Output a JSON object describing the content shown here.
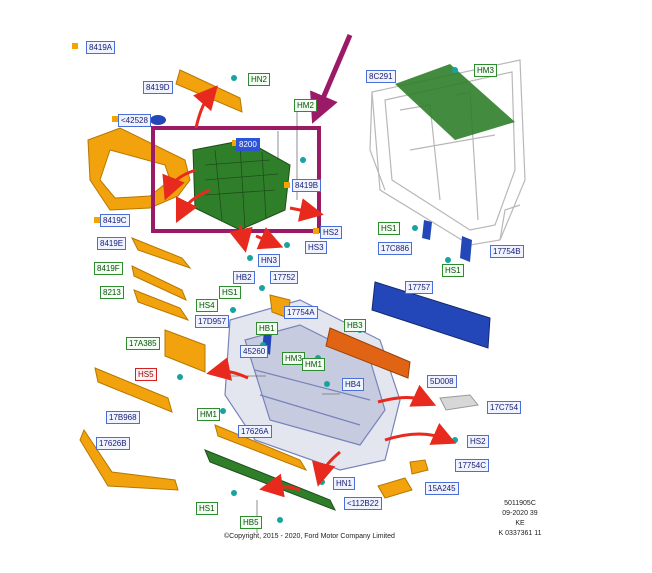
{
  "colors": {
    "orange_part": "#f2a20c",
    "green_part": "#2f7f2a",
    "blue_part": "#2346b8",
    "arrow": "#e82a1e",
    "highlight_box": "#9b1a67",
    "callout_arrow": "#9b1a67"
  },
  "labels": {
    "l8419A": "8419A",
    "l8419D": "8419D",
    "lHN2a": "HN2",
    "l42528": "<42528",
    "l8200": "8200",
    "l8419B": "8419B",
    "l8419C": "8419C",
    "lHS2a": "HS2",
    "lHS3": "HS3",
    "lHN3": "HN3",
    "l8419E": "8419E",
    "l8419F": "8419F",
    "l8213": "8213",
    "l8C291": "8C291",
    "lHM3a": "HM3",
    "lHM2": "HM2",
    "lHS1a": "HS1",
    "l17C886": "17C886",
    "lHS1b": "HS1",
    "l17754B": "17754B",
    "lHB2": "HB2",
    "l17752": "17752",
    "lHS1c": "HS1",
    "lHS4": "HS4",
    "l17D957": "17D957",
    "l17754A": "17754A",
    "l17757": "17757",
    "lHB1a": "HB1",
    "l45260": "45260",
    "lHB3": "HB3",
    "l17A385": "17A385",
    "lHM3b": "HM3",
    "lHM1a": "HM1",
    "lHS5": "HS5",
    "lHB4": "HB4",
    "l5D008": "5D008",
    "l17B968": "17B968",
    "lHM1b": "HM1",
    "l17C754": "17C754",
    "l17626A": "17626A",
    "l17626B": "17626B",
    "lHS2b": "HS2",
    "l17754C": "17754C",
    "lHN1": "HN1",
    "l15A245": "15A245",
    "l112B22": "<112B22",
    "lHS1d": "HS1",
    "lHB5": "HB5"
  },
  "footer": {
    "copyright": "©Copyright, 2015 - 2020, Ford Motor Company Limited",
    "ref_lines": [
      "5011905C",
      "09-2020 39",
      "KE",
      "K 0337361 11"
    ]
  }
}
